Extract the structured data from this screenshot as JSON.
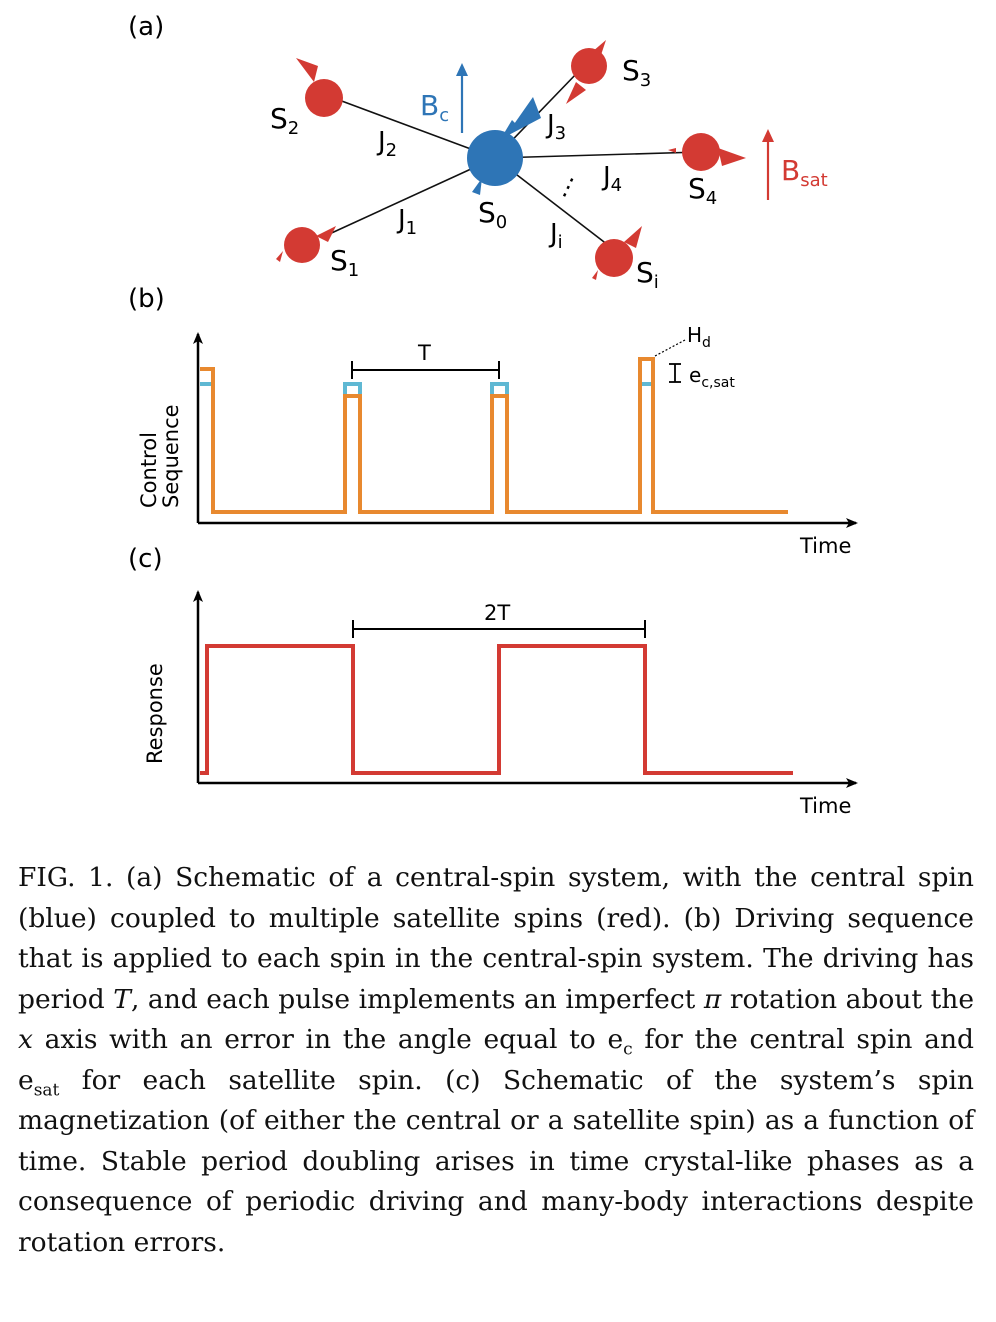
{
  "panels": {
    "a": {
      "label": "(a)",
      "central_spin": {
        "label": "S",
        "sub": "0"
      },
      "field_central": {
        "label": "B",
        "sub": "c"
      },
      "field_satellite": {
        "label": "B",
        "sub": "sat"
      },
      "satellites": [
        {
          "label": "S",
          "sub": "1",
          "coupling": "J",
          "coupling_sub": "1"
        },
        {
          "label": "S",
          "sub": "2",
          "coupling": "J",
          "coupling_sub": "2"
        },
        {
          "label": "S",
          "sub": "3",
          "coupling": "J",
          "coupling_sub": "3"
        },
        {
          "label": "S",
          "sub": "4",
          "coupling": "J",
          "coupling_sub": "4"
        },
        {
          "label": "S",
          "sub": "i",
          "coupling": "J",
          "coupling_sub": "i"
        }
      ],
      "ellipsis": "⋮",
      "colors": {
        "central": "#2e75b6",
        "satellite": "#d33a33",
        "bc_arrow": "#2e75b6",
        "bsat_arrow": "#d33a33"
      }
    },
    "b": {
      "label": "(b)",
      "ylabel_line1": "Control",
      "ylabel_line2": "Sequence",
      "xlabel": "Time",
      "period_label": "T",
      "hd_label": "H",
      "hd_sub": "d",
      "err_label": "e",
      "err_sub": "c,sat",
      "colors": {
        "orange": "#e8892f",
        "cyan": "#5fb8d3"
      }
    },
    "c": {
      "label": "(c)",
      "ylabel": "Response",
      "xlabel": "Time",
      "period_label": "2T",
      "colors": {
        "response": "#d33a33"
      }
    }
  },
  "caption": {
    "p1": "FIG. 1. (a) Schematic of a central-spin system, with the central spin (blue) coupled to multiple satellite spins (red). (b) Driving sequence that is applied to each spin in the central-spin system. The driving has period ",
    "T": "T",
    "p2": ", and each pulse implements an imperfect ",
    "pi": "π",
    "p3": " rotation about the ",
    "x": "x",
    "p4": " axis with an error in the angle equal to e",
    "sub_c": "c",
    "p5": " for the central spin and e",
    "sub_sat": "sat",
    "p6": " for each satellite spin. (c) Schematic of the system’s spin magnetization (of either the central or a satellite spin) as a function of time. Stable period doubling arises in time crystal-like phases as a consequence of periodic driving and many-body interactions despite rotation errors."
  }
}
